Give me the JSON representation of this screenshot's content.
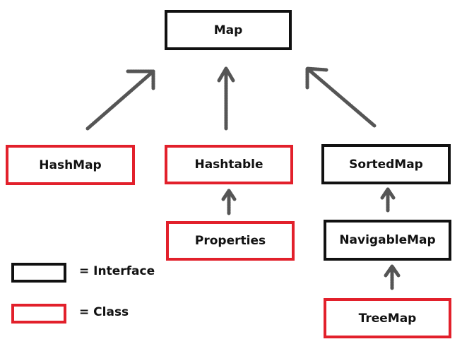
{
  "nodes": {
    "map": "Map",
    "hashmap": "HashMap",
    "hashtable": "Hashtable",
    "sortedmap": "SortedMap",
    "properties": "Properties",
    "navigablemap": "NavigableMap",
    "treemap": "TreeMap"
  },
  "legend": {
    "interface_label": "= Interface",
    "class_label": "= Class"
  },
  "colors": {
    "interface": "#111111",
    "class": "#e2202b",
    "arrow": "#555555"
  },
  "edges": [
    {
      "from": "hashmap",
      "to": "map"
    },
    {
      "from": "hashtable",
      "to": "map"
    },
    {
      "from": "sortedmap",
      "to": "map"
    },
    {
      "from": "properties",
      "to": "hashtable"
    },
    {
      "from": "navigablemap",
      "to": "sortedmap"
    },
    {
      "from": "treemap",
      "to": "navigablemap"
    }
  ]
}
